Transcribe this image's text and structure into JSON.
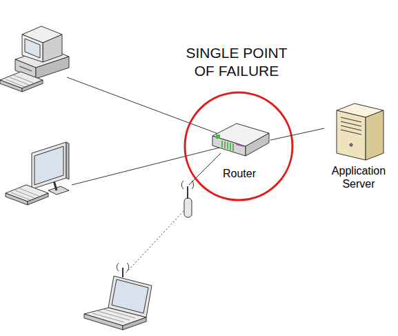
{
  "diagram": {
    "title": "SINGLE POINT OF FAILURE",
    "nodes": [
      {
        "text": [
          "Router"
        ]
      },
      {
        "text": [
          "Application Server"
        ]
      }
    ],
    "edges": [
      {
        "from": 0,
        "to": 1,
        "arrow": "none"
      }
    ]
  }
}
